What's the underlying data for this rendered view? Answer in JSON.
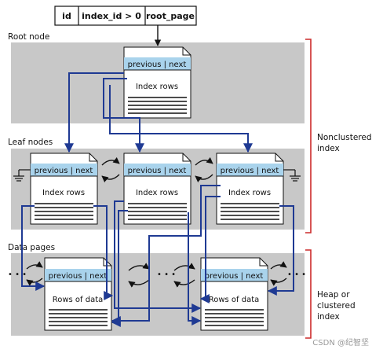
{
  "header_table": {
    "cells": [
      "id",
      "index_id > 0",
      "root_page"
    ]
  },
  "sections": {
    "root": "Root node",
    "leaf": "Leaf nodes",
    "data": "Data pages"
  },
  "page_header": "previous | next",
  "index_rows": "Index rows",
  "rows_of_data": "Rows of data",
  "ellipsis": "• • •",
  "brackets": {
    "nonclustered": [
      "Nonclustered",
      "index"
    ],
    "heap": [
      "Heap or",
      "clustered",
      "index"
    ]
  },
  "watermark": "CSDN @纪智坚",
  "colors": {
    "panel": "#c8c8c8",
    "header_band": "#a9d3ec",
    "arrow": "#1f3a93",
    "bracket": "#cc2a2a"
  }
}
